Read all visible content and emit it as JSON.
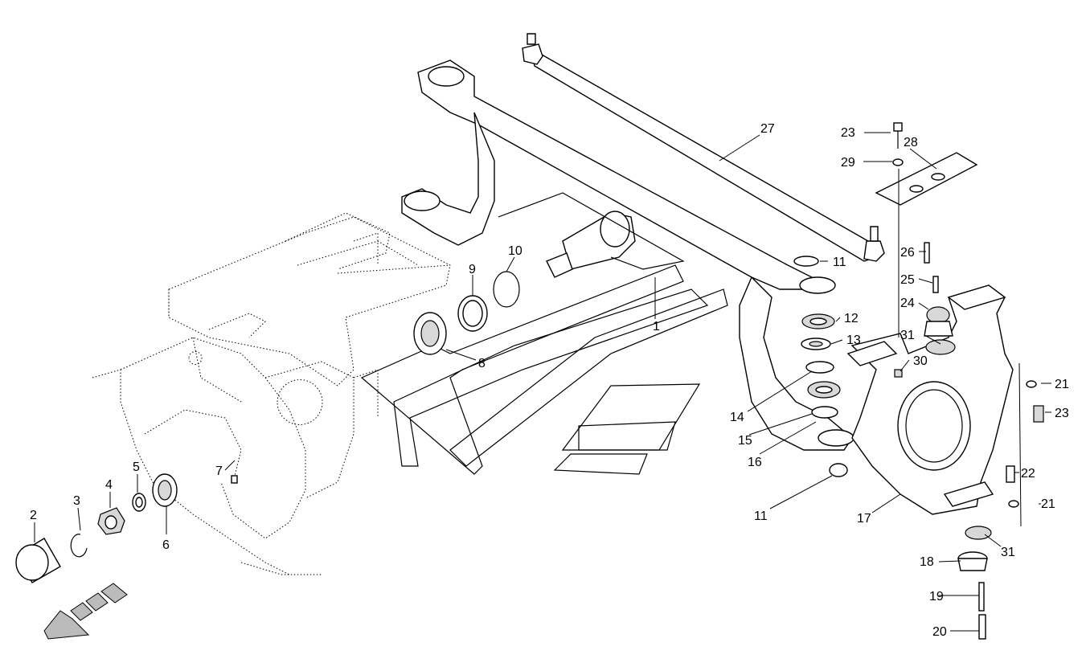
{
  "callouts": [
    {
      "id": "c1",
      "label": "1"
    },
    {
      "id": "c2",
      "label": "2"
    },
    {
      "id": "c3",
      "label": "3"
    },
    {
      "id": "c4",
      "label": "4"
    },
    {
      "id": "c5",
      "label": "5"
    },
    {
      "id": "c6",
      "label": "6"
    },
    {
      "id": "c7",
      "label": "7"
    },
    {
      "id": "c8",
      "label": "8"
    },
    {
      "id": "c9",
      "label": "9"
    },
    {
      "id": "c10",
      "label": "10"
    },
    {
      "id": "c11a",
      "label": "11"
    },
    {
      "id": "c11b",
      "label": "11"
    },
    {
      "id": "c12",
      "label": "12"
    },
    {
      "id": "c13",
      "label": "13"
    },
    {
      "id": "c14",
      "label": "14"
    },
    {
      "id": "c15",
      "label": "15"
    },
    {
      "id": "c16",
      "label": "16"
    },
    {
      "id": "c17",
      "label": "17"
    },
    {
      "id": "c18",
      "label": "18"
    },
    {
      "id": "c19",
      "label": "19"
    },
    {
      "id": "c20",
      "label": "20"
    },
    {
      "id": "c21a",
      "label": "21"
    },
    {
      "id": "c21b",
      "label": "21"
    },
    {
      "id": "c22",
      "label": "22"
    },
    {
      "id": "c23a",
      "label": "23"
    },
    {
      "id": "c23b",
      "label": "23"
    },
    {
      "id": "c24",
      "label": "24"
    },
    {
      "id": "c25",
      "label": "25"
    },
    {
      "id": "c26",
      "label": "26"
    },
    {
      "id": "c27",
      "label": "27"
    },
    {
      "id": "c28",
      "label": "28"
    },
    {
      "id": "c29",
      "label": "29"
    },
    {
      "id": "c30",
      "label": "30"
    },
    {
      "id": "c31a",
      "label": "31"
    },
    {
      "id": "c31b",
      "label": "31"
    }
  ],
  "colors": {
    "line": "#000000",
    "background": "#ffffff",
    "shade": "#d8d8d8"
  },
  "icons": {
    "direction_arrow": "front-direction-arrow-icon"
  }
}
